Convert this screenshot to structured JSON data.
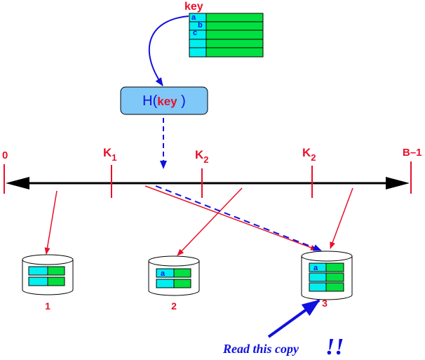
{
  "table": {
    "key_label": "key",
    "row_labels": [
      "a",
      "b",
      "c"
    ],
    "colors": {
      "left": "#00f0f0",
      "right": "#00e040",
      "border": "#000000"
    }
  },
  "hash": {
    "prefix": "H(",
    "arg": "key",
    "suffix": " )",
    "fill": "#7fc8f8"
  },
  "axis": {
    "start_label": "0",
    "end_label": "B–1",
    "ticks": [
      {
        "base": "K",
        "sub": "1"
      },
      {
        "base": "K",
        "sub": "2"
      },
      {
        "base": "K",
        "sub": "2"
      }
    ]
  },
  "disks": [
    {
      "label": "1",
      "row_labels": [
        "",
        ""
      ]
    },
    {
      "label": "2",
      "row_labels": [
        "a",
        ""
      ]
    },
    {
      "label": "3",
      "row_labels": [
        "a",
        "",
        ""
      ]
    }
  ],
  "note": {
    "text": "Read this copy",
    "marks": "!!"
  },
  "colors": {
    "red": "#e8102a",
    "blue": "#1010e0",
    "black": "#000000"
  }
}
